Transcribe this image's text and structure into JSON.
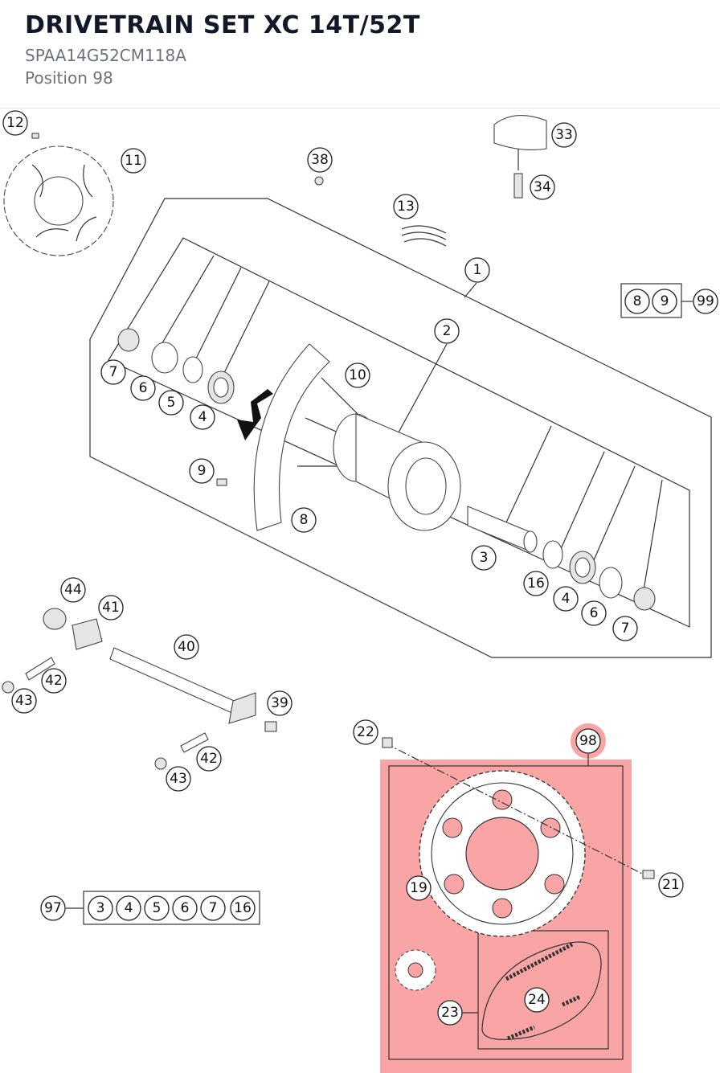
{
  "header": {
    "title": "DRIVETRAIN SET XC 14T/52T",
    "part_number": "SPAA14G52CM118A",
    "position": "Position 98"
  },
  "highlight": {
    "position": "98",
    "color": "#f9a5a5"
  },
  "callouts": {
    "c12": "12",
    "c11": "11",
    "c38": "38",
    "c33": "33",
    "c34": "34",
    "c13": "13",
    "c1": "1",
    "c2": "2",
    "c10": "10",
    "c7a": "7",
    "c6a": "6",
    "c5a": "5",
    "c4a": "4",
    "c9": "9",
    "c8": "8",
    "c3": "3",
    "c16": "16",
    "c4b": "4",
    "c6b": "6",
    "c7b": "7",
    "g99a": "8",
    "g99b": "9",
    "c99": "99",
    "c44": "44",
    "c41": "41",
    "c40": "40",
    "c42a": "42",
    "c43a": "43",
    "c39": "39",
    "c42b": "42",
    "c43b": "43",
    "c22": "22",
    "c98": "98",
    "c21": "21",
    "c19": "19",
    "c24": "24",
    "c23": "23",
    "c97": "97",
    "g97a": "3",
    "g97b": "4",
    "g97c": "5",
    "g97d": "6",
    "g97e": "7",
    "g97f": "16"
  }
}
